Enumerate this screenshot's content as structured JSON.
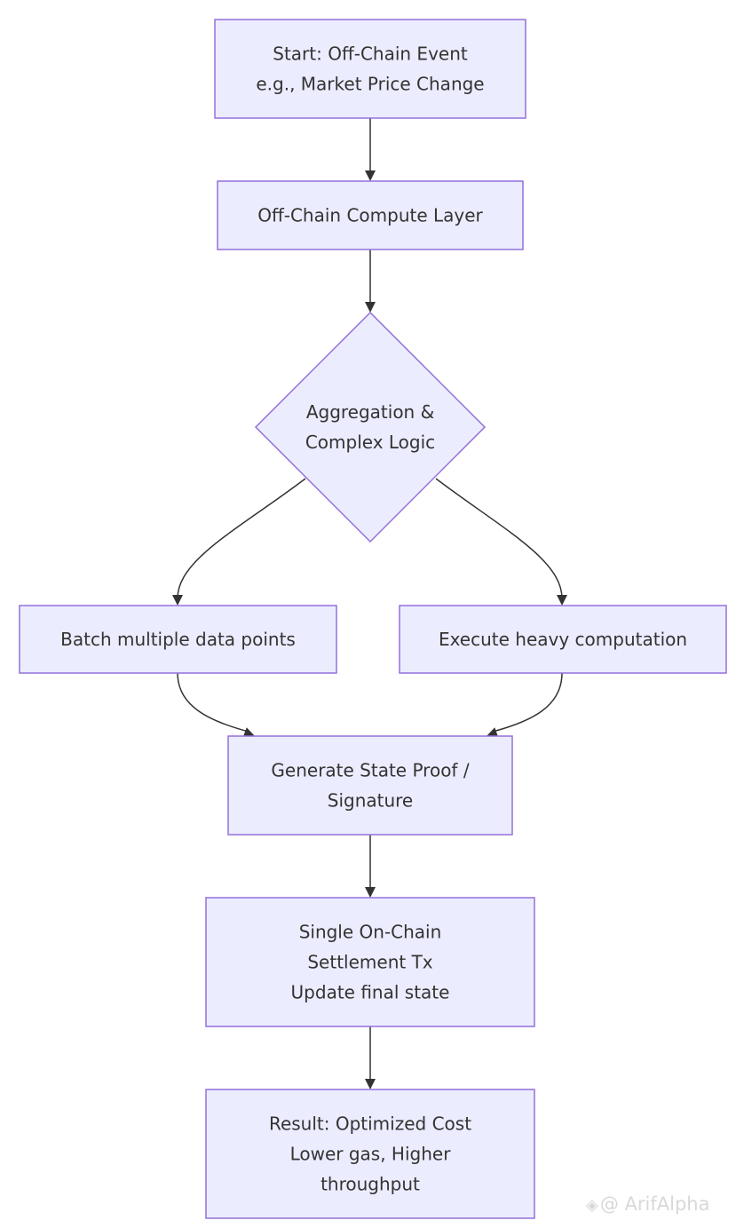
{
  "nodes": {
    "start": {
      "lines": [
        "Start: Off-Chain Event",
        "e.g., Market Price Change"
      ]
    },
    "compute": {
      "lines": [
        "Off-Chain Compute Layer"
      ]
    },
    "aggregation": {
      "lines": [
        "Aggregation &",
        "Complex Logic"
      ]
    },
    "batch": {
      "lines": [
        "Batch multiple data points"
      ]
    },
    "execute": {
      "lines": [
        "Execute heavy computation"
      ]
    },
    "proof": {
      "lines": [
        "Generate State Proof /",
        "Signature"
      ]
    },
    "settlement": {
      "lines": [
        "Single On-Chain",
        "Settlement Tx",
        "Update final state"
      ]
    },
    "result": {
      "lines": [
        "Result: Optimized Cost",
        "Lower gas, Higher",
        "throughput"
      ]
    }
  },
  "edges": [
    {
      "from": "start",
      "to": "compute"
    },
    {
      "from": "compute",
      "to": "aggregation"
    },
    {
      "from": "aggregation",
      "to": "batch"
    },
    {
      "from": "aggregation",
      "to": "execute"
    },
    {
      "from": "batch",
      "to": "proof"
    },
    {
      "from": "execute",
      "to": "proof"
    },
    {
      "from": "proof",
      "to": "settlement"
    },
    {
      "from": "settlement",
      "to": "result"
    }
  ],
  "colors": {
    "node_fill": "#ececff",
    "node_stroke": "#9370db",
    "edge": "#333333",
    "text": "#333333"
  },
  "watermark": {
    "icon": "binance-logo-icon",
    "text": "@ ArifAlpha"
  }
}
